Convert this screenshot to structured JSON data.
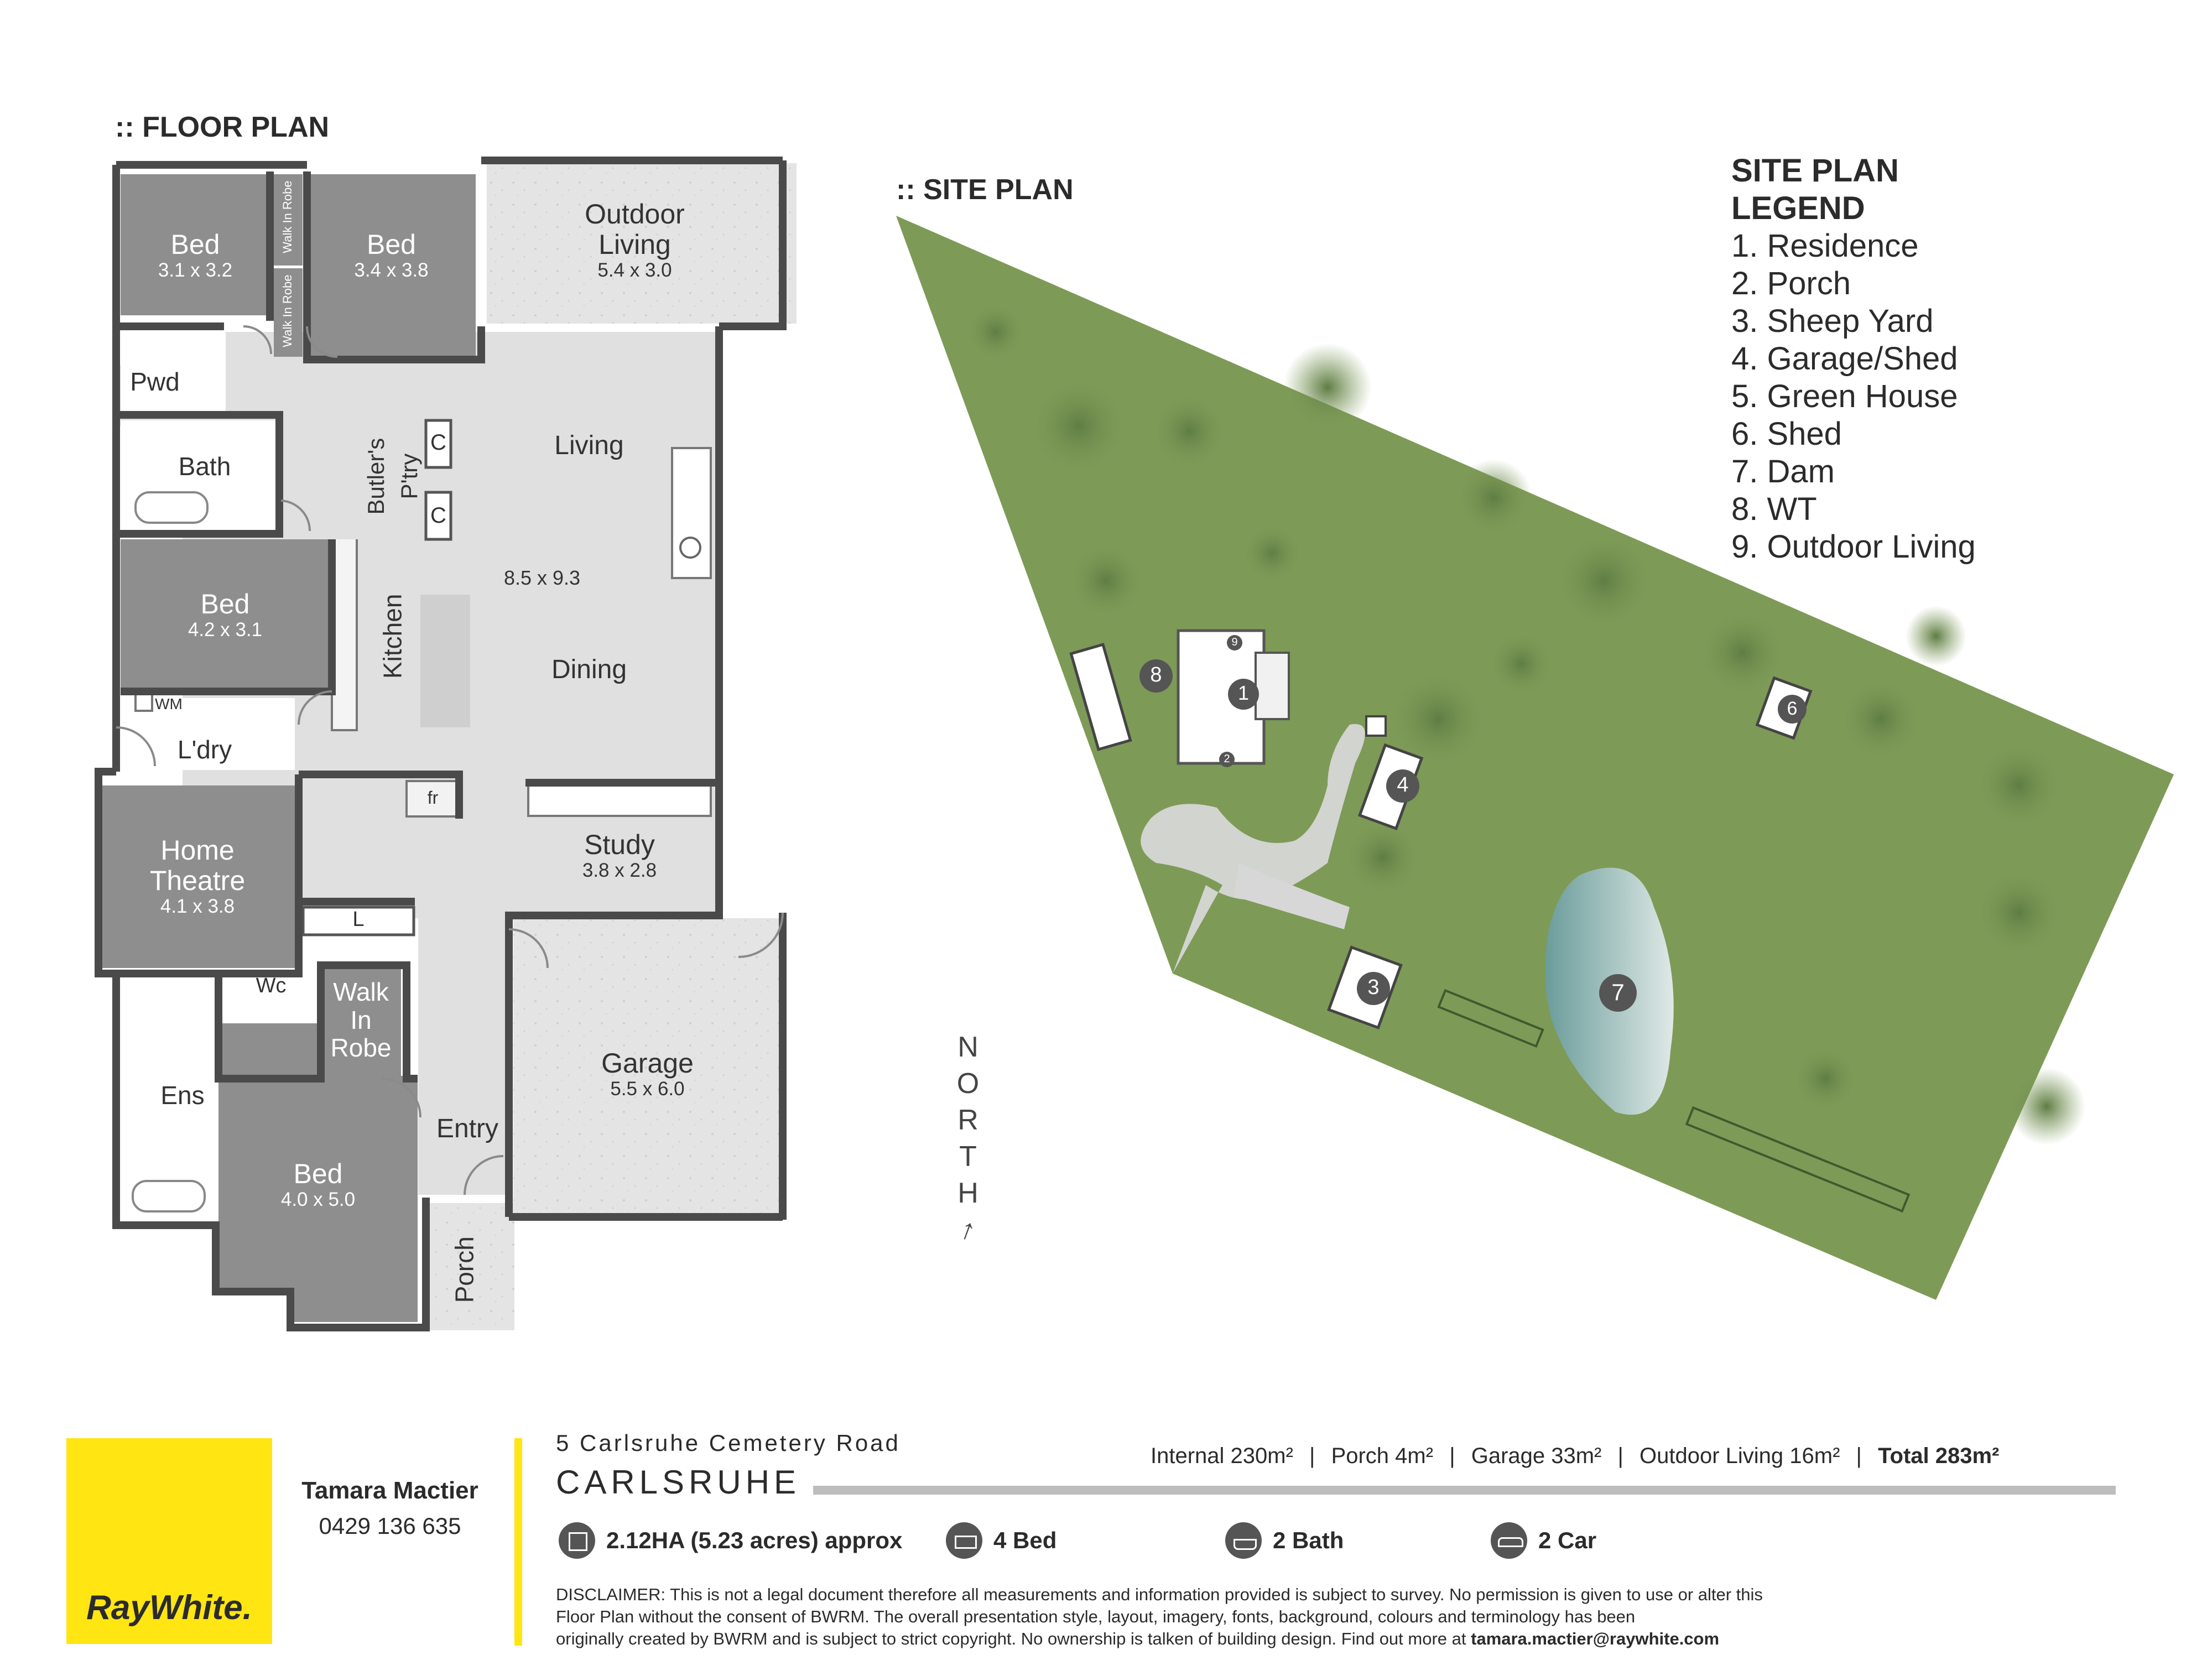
{
  "floor_plan": {
    "title": ":: FLOOR PLAN",
    "rooms": {
      "bed1": {
        "name": "Bed",
        "dims": "3.1 x 3.2"
      },
      "bed2": {
        "name": "Bed",
        "dims": "3.4 x 3.8"
      },
      "outdoor": {
        "name1": "Outdoor",
        "name2": "Living",
        "dims": "5.4 x 3.0"
      },
      "wir1": "Walk In Robe",
      "wir2": "Walk In Robe",
      "pwd": "Pwd",
      "bath": "Bath",
      "butlers1": "Butler's",
      "butlers2": "P'try",
      "cupboard": "C",
      "living": "Living",
      "living_dims": "8.5 x 9.3",
      "bed3": {
        "name": "Bed",
        "dims": "4.2 x 3.1"
      },
      "kitchen": "Kitchen",
      "dining": "Dining",
      "wm": "WM",
      "ldry": "L'dry",
      "fr": "fr",
      "theatre": {
        "name1": "Home",
        "name2": "Theatre",
        "dims": "4.1 x 3.8"
      },
      "study": {
        "name": "Study",
        "dims": "3.8 x 2.8"
      },
      "linen": "L",
      "wc": "Wc",
      "walkin": {
        "l1": "Walk",
        "l2": "In",
        "l3": "Robe"
      },
      "ens": "Ens",
      "garage": {
        "name": "Garage",
        "dims": "5.5 x 6.0"
      },
      "entry": "Entry",
      "bed4": {
        "name": "Bed",
        "dims": "4.0 x 5.0"
      },
      "porch": "Porch"
    }
  },
  "site_plan": {
    "title": ":: SITE PLAN",
    "legend_title1": "SITE PLAN",
    "legend_title2": "LEGEND",
    "legend": [
      "1. Residence",
      "2. Porch",
      "3. Sheep Yard",
      "4. Garage/Shed",
      "5. Green House",
      "6. Shed",
      "7. Dam",
      "8. WT",
      "9. Outdoor Living"
    ],
    "markers": [
      "1",
      "2",
      "3",
      "4",
      "6",
      "7",
      "8",
      "9"
    ],
    "north": [
      "N",
      "O",
      "R",
      "T",
      "H"
    ],
    "north_arrow": "↑"
  },
  "footer": {
    "brand": "RayWhite.",
    "agent_name": "Tamara Mactier",
    "agent_phone": "0429 136 635",
    "address_line": "5 Carlsruhe Cemetery Road",
    "suburb": "CARLSRUHE",
    "areas": {
      "internal": "Internal 230m²",
      "porch": "Porch 4m²",
      "garage": "Garage 33m²",
      "outdoor": "Outdoor Living 16m²",
      "total": "Total 283m²",
      "sep": "|"
    },
    "features": {
      "land": "2.12HA (5.23 acres) approx",
      "bed": "4 Bed",
      "bath": "2 Bath",
      "car": "2 Car"
    },
    "disclaimer_1": "DISCLAIMER: This is not a legal document therefore all measurements and information provided is subject to survey. No permission is given to use or alter this",
    "disclaimer_2": "Floor Plan without the consent of BWRM. The overall presentation style, layout, imagery, fonts, background, colours and terminology has been",
    "disclaimer_3": "originally created by BWRM and is subject to strict copyright. No ownership is talken of building design. Find out more at",
    "disclaimer_email": "tamara.mactier@raywhite.com",
    "colors": {
      "brand_yellow": "#ffe512",
      "room_dark": "#8e8e8e",
      "floor_light": "#e0e0e0",
      "grass": "#7e9a57",
      "dam": "#8fb7b5"
    }
  }
}
